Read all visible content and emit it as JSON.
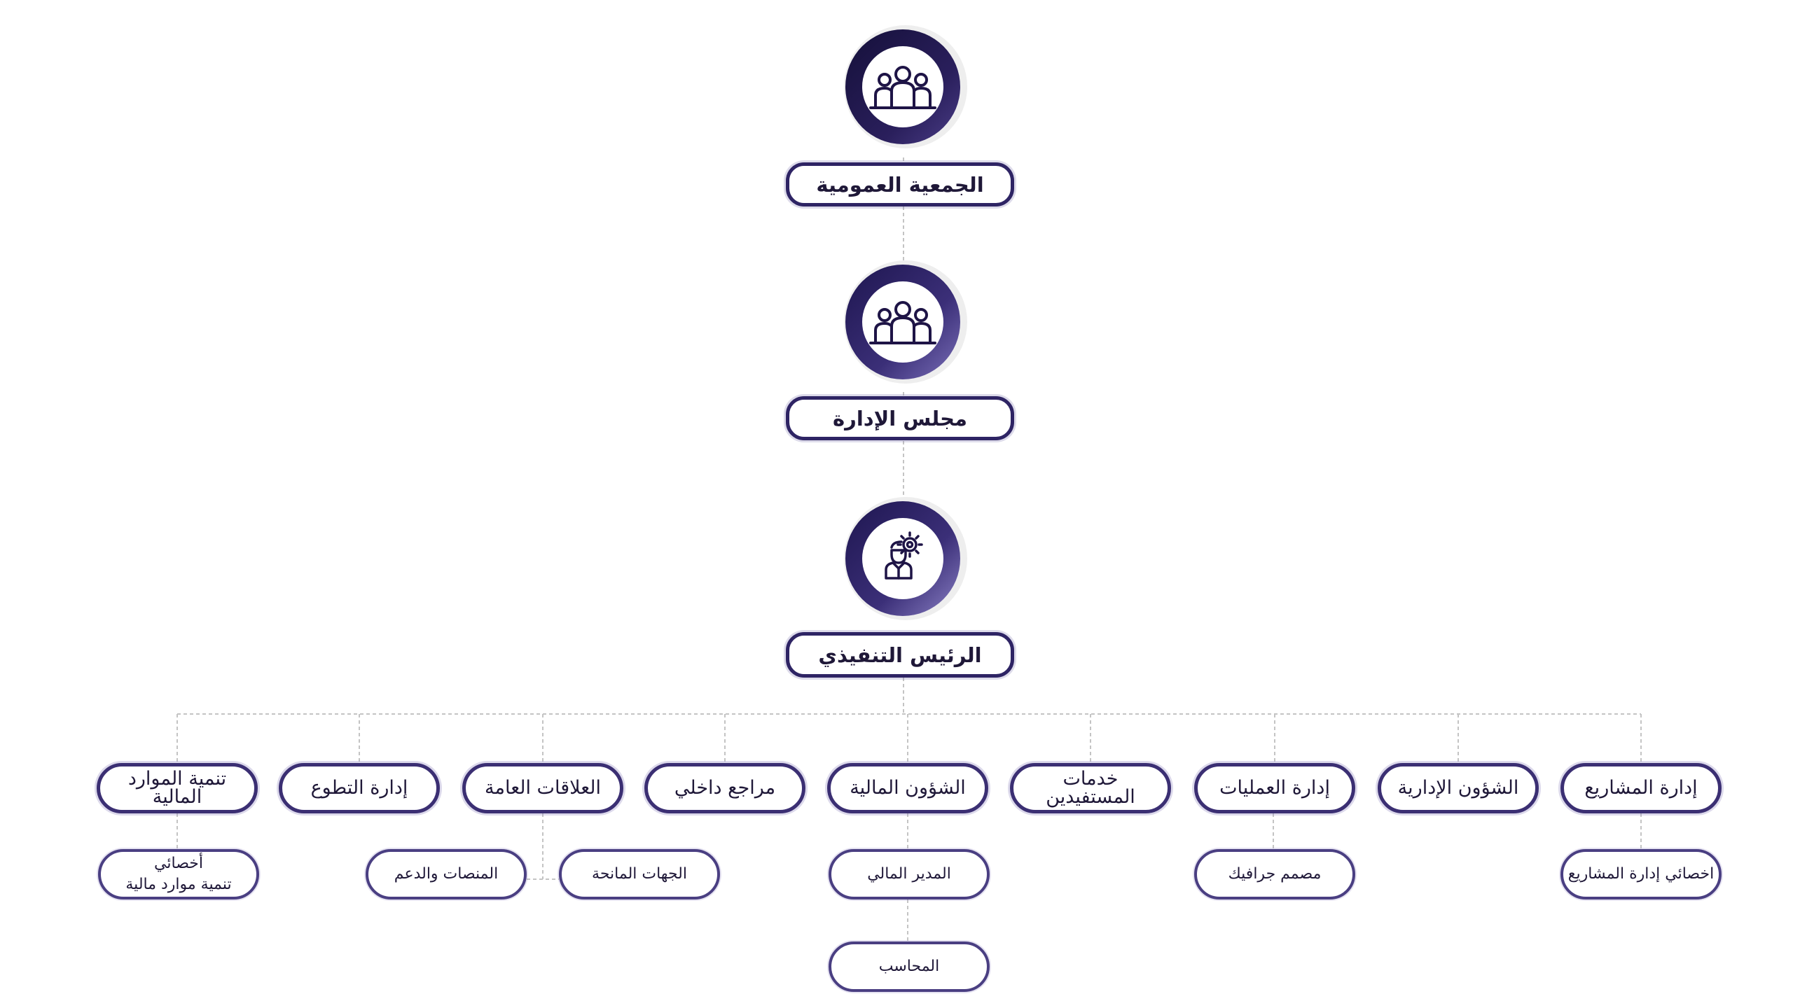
{
  "top": {
    "general_assembly": "الجمعية العمومية",
    "board": "مجلس الإدارة",
    "ceo": "الرئيس التنفيذي"
  },
  "departments": {
    "projects": "إدارة المشاريع",
    "admin_affairs": "الشؤون الإدارية",
    "operations": "إدارة العمليات",
    "beneficiary_services": "خدمات المستفيدين",
    "financial_affairs": "الشؤون المالية",
    "internal_auditor": "مراجع داخلي",
    "public_relations": "العلاقات العامة",
    "volunteering": "إدارة التطوع",
    "financial_resources_development": "تنمية الموارد المالية"
  },
  "roles": {
    "projects_specialist": "اخصائي إدارة المشاريع",
    "graphic_designer": "مصمم جرافيك",
    "financial_manager": "المدير المالي",
    "accountant": "المحاسب",
    "grant_entities": "الجهات المانحة",
    "platforms_support": "المنصات والدعم",
    "resources_specialist_line1": "أخصائي",
    "resources_specialist_line2": "تنمية موارد مالية"
  },
  "icons": {
    "general_assembly": "people-group-icon",
    "board": "people-group-icon",
    "ceo": "executive-gear-icon"
  },
  "colors": {
    "dark_navy": "#1e1446",
    "purple": "#3b2f73",
    "light_purple": "#7a6fb0",
    "connector": "#bdbdbd"
  }
}
